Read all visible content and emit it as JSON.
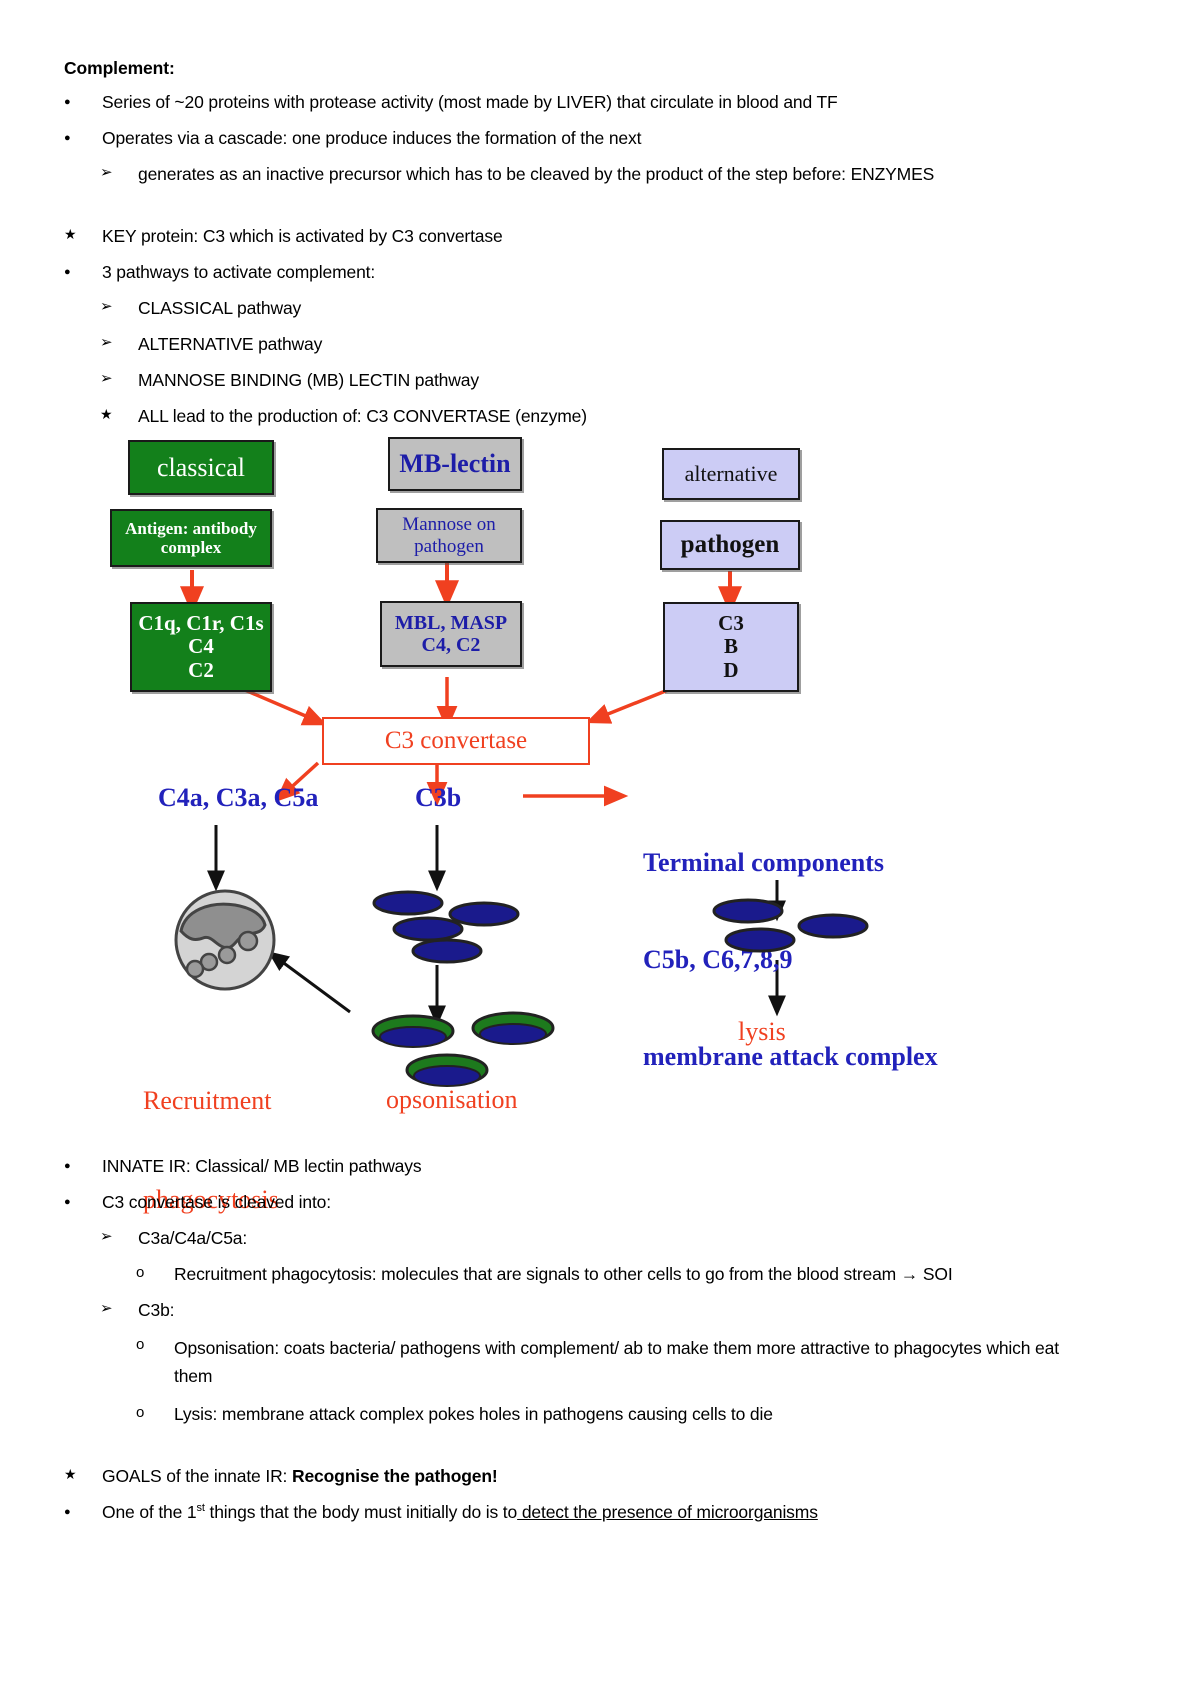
{
  "document": {
    "title": "Complement:",
    "top_notes": [
      {
        "marker": "dot",
        "level": 1,
        "text": "Series of ~20 proteins with protease activity (most made by LIVER) that circulate in blood and TF"
      },
      {
        "marker": "dot",
        "level": 1,
        "text": "Operates via a cascade: one produce induces the formation of the next"
      },
      {
        "marker": "arrow",
        "level": 2,
        "text": "generates as an inactive precursor which has to be cleaved by the product of the step before: ENZYMES"
      },
      {
        "marker": "star",
        "level": 1,
        "text": "KEY protein: C3 which is activated by C3 convertase"
      },
      {
        "marker": "dot",
        "level": 1,
        "text": "3 pathways to activate complement:"
      },
      {
        "marker": "arrow",
        "level": 2,
        "text": "CLASSICAL pathway"
      },
      {
        "marker": "arrow",
        "level": 2,
        "text": "ALTERNATIVE pathway"
      },
      {
        "marker": "arrow",
        "level": 2,
        "text": "MANNOSE BINDING (MB) LECTIN pathway"
      },
      {
        "marker": "star",
        "level": 2,
        "text": "ALL lead to the production of: C3 CONVERTASE (enzyme)"
      }
    ],
    "bottom_notes": [
      {
        "marker": "dot",
        "level": 1,
        "text": "INNATE IR: Classical/ MB lectin pathways"
      },
      {
        "marker": "dot",
        "level": 1,
        "text": "C3 convertase is cleaved into:"
      },
      {
        "marker": "arrow",
        "level": 2,
        "text": "C3a/C4a/C5a:"
      },
      {
        "marker": "circle",
        "level": 3,
        "text": "Recruitment phagocytosis: molecules that are signals to other cells to go from the blood stream → SOI"
      },
      {
        "marker": "arrow",
        "level": 2,
        "text": "C3b:"
      },
      {
        "marker": "circle",
        "level": 3,
        "text": "Opsonisation: coats bacteria/ pathogens with complement/ ab to make them more attractive to phagocytes which eat them"
      },
      {
        "marker": "circle",
        "level": 3,
        "text": "Lysis: membrane attack complex pokes holes in pathogens causing cells to die"
      }
    ],
    "goals_line_label": "GOALS of the innate IR: ",
    "goals_line_bold": "Recognise the pathogen!",
    "final_line_pre": "One of the 1",
    "final_line_sup": "st",
    "final_line_mid": " things that the body must initially do is to",
    "final_line_underline": " detect the presence of microorganisms "
  },
  "diagram": {
    "colors": {
      "green": "#13801b",
      "grey": "#bfbfbf",
      "lavender": "#ccccf5",
      "red_arrow": "#f04020",
      "blue_text": "#2222bb",
      "dark_blue": "#1d1da8",
      "bacteria_blue": "#1a1a8c",
      "bacteria_green": "#1d7a1d",
      "cell_grey": "#d4d4d4",
      "nucleus_grey": "#8f8f8f"
    },
    "boxes": {
      "classical_title": "classical",
      "classical_trigger_line1": "Antigen: antibody",
      "classical_trigger_line2": "complex",
      "classical_components_line1": "C1q, C1r, C1s",
      "classical_components_line2": "C4",
      "classical_components_line3": "C2",
      "mblectin_title": "MB-lectin",
      "mblectin_trigger_line1": "Mannose on",
      "mblectin_trigger_line2": "pathogen",
      "mblectin_components_line1": "MBL, MASP",
      "mblectin_components_line2": "C4, C2",
      "alternative_title": "alternative",
      "alternative_trigger": "pathogen",
      "alternative_components_line1": "C3",
      "alternative_components_line2": "B",
      "alternative_components_line3": "D",
      "convertase": "C3 convertase"
    },
    "labels": {
      "anaphylatoxins": "C4a, C3a, C5a",
      "c3b": "C3b",
      "terminal_line1": "Terminal components",
      "terminal_line2": "C5b, C6,7,8,9",
      "terminal_line3": "membrane attack complex",
      "recruitment_line1": "Recruitment",
      "recruitment_line2": "phagocytosis",
      "opsonisation": "opsonisation",
      "lysis": "lysis"
    }
  }
}
